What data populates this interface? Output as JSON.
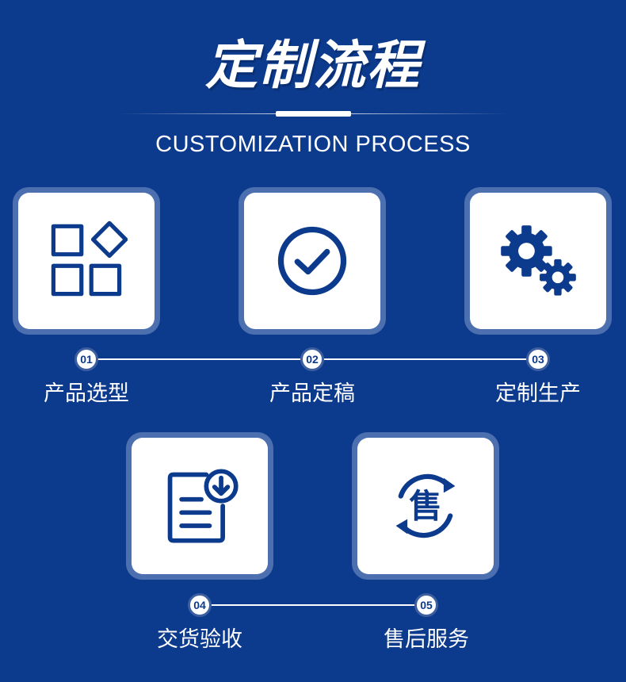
{
  "header": {
    "title": "定制流程",
    "subtitle": "CUSTOMIZATION PROCESS"
  },
  "steps": [
    {
      "number": "01",
      "label": "产品选型",
      "icon": "grid-icon"
    },
    {
      "number": "02",
      "label": "产品定稿",
      "icon": "check-circle-icon"
    },
    {
      "number": "03",
      "label": "定制生产",
      "icon": "gears-icon"
    },
    {
      "number": "04",
      "label": "交货验收",
      "icon": "document-download-icon"
    },
    {
      "number": "05",
      "label": "售后服务",
      "icon": "after-sales-icon"
    }
  ],
  "after_sales_glyph": "售",
  "colors": {
    "background": "#0c3a8c",
    "card_border": "#4c6fb0",
    "icon": "#0c3a8c"
  }
}
